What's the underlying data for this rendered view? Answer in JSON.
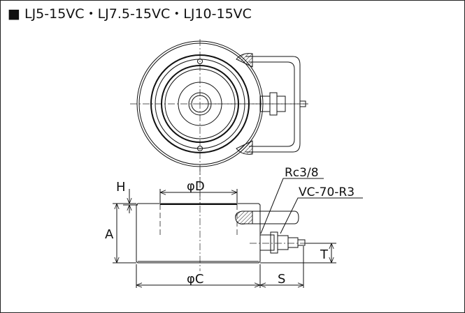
{
  "title": "■ LJ5-15VC・LJ7.5-15VC・LJ10-15VC",
  "labels": {
    "H": "H",
    "D": "φD",
    "A": "A",
    "C": "φC",
    "S": "S",
    "T": "T",
    "port": "Rc3/8",
    "coupler": "VC-70-R3"
  }
}
